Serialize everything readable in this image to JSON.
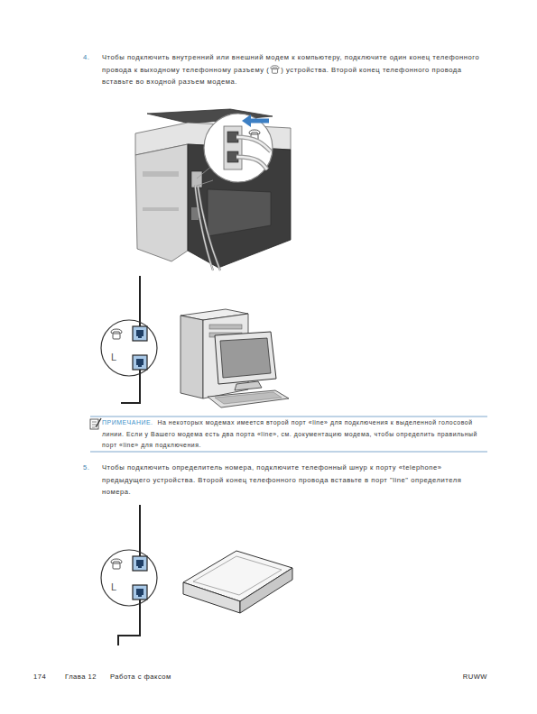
{
  "diagram": {
    "labels": [
      "4.",
      "Чтобы подключить внутренний или внешний модем к компьютеру, подключите один конец телефонного провода к выходному телефонному разъему (",
      ") устройства. Второй конец телефонного провода вставьте во входной разъем модема.",
      "L",
      "ПРИМЕЧАНИЕ.",
      "На некоторых модемах имеется второй порт «line» для подключения к выделенной голосовой линии. Если у Вашего модема есть два порта «line», см. документацию модема, чтобы определить правильный порт «line» для подключения.",
      "5.",
      "Чтобы подключить определитель номера, подключите телефонный шнур к порту «telephone» предыдущего устройства. Второй конец телефонного провода вставьте в порт \"line\" определителя номера.",
      "L",
      "174",
      "Глава 12",
      "Работа с факсом",
      "RUWW"
    ]
  }
}
